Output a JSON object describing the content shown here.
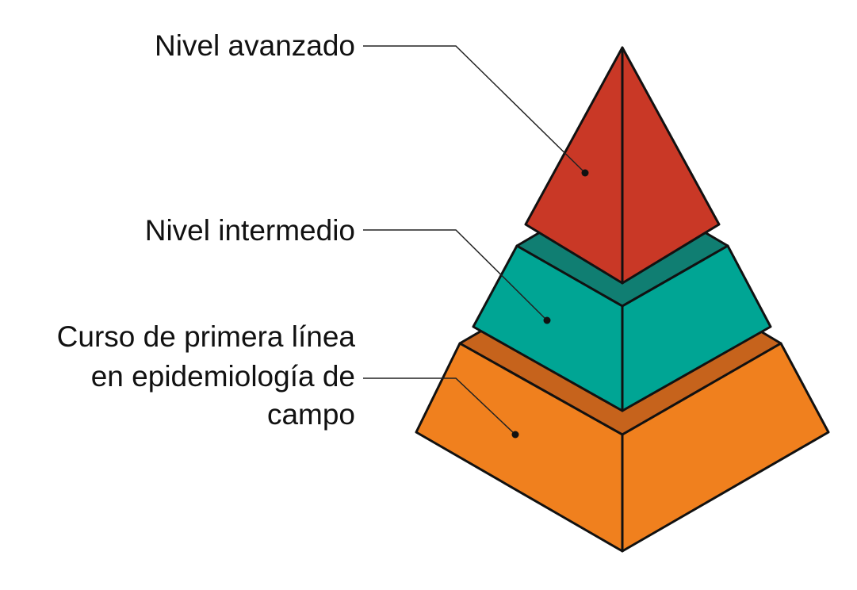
{
  "levels": [
    {
      "id": "advanced",
      "lines": [
        "Nivel avanzado"
      ],
      "colors": {
        "front": "#C93826"
      }
    },
    {
      "id": "intermediate",
      "lines": [
        "Nivel intermedio"
      ],
      "colors": {
        "front": "#00A594",
        "top": "#107E72"
      }
    },
    {
      "id": "frontline",
      "lines": [
        "Curso de primera línea",
        "en epidemiología de",
        "campo"
      ],
      "colors": {
        "front": "#F0801E",
        "top": "#C6631C"
      }
    }
  ]
}
